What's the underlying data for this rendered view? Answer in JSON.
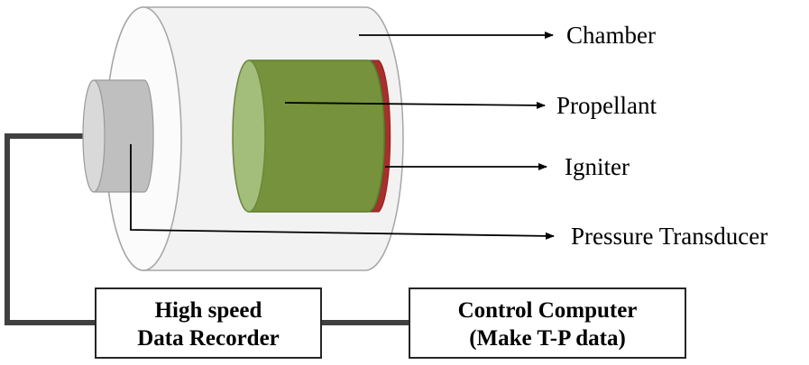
{
  "labels": {
    "chamber": "Chamber",
    "propellant": "Propellant",
    "igniter": "Igniter",
    "pressure_transducer": "Pressure Transducer"
  },
  "recorder_box": {
    "line1": "High speed",
    "line2": "Data Recorder"
  },
  "computer_box": {
    "line1": "Control Computer",
    "line2": "(Make T-P data)"
  },
  "colors": {
    "chamber_fill": "#f2f2f2",
    "chamber_stroke": "#a6a6a6",
    "propellant_fill": "#76923c",
    "propellant_end": "#a3bd7a",
    "propellant_stroke": "#5f7d2e",
    "igniter_fill": "#a5302e",
    "transducer_fill": "#bfbfbf",
    "transducer_end": "#d9d9d9",
    "wire": "#404040",
    "arrow": "#000000"
  }
}
